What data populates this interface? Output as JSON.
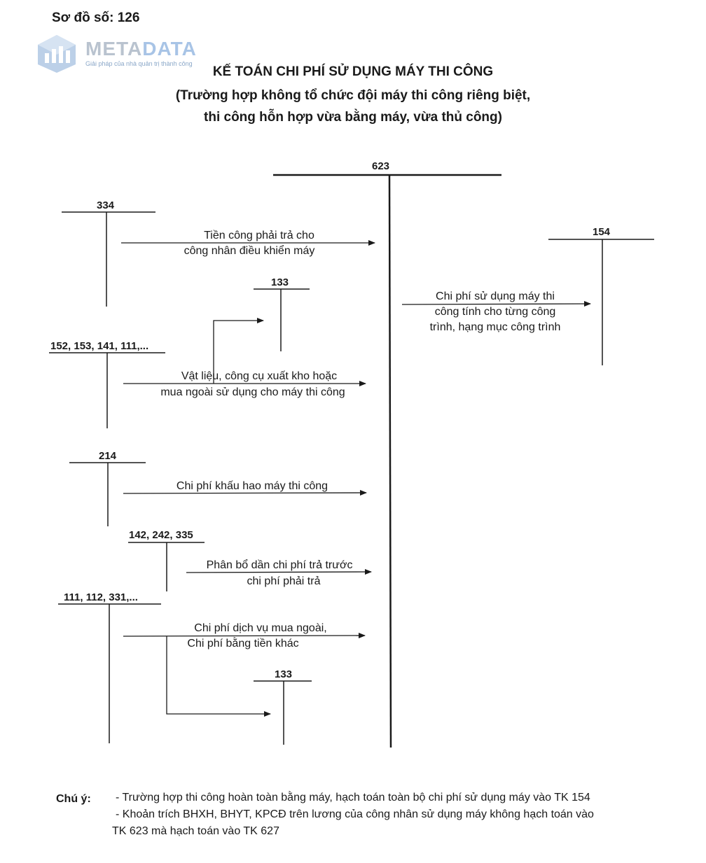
{
  "header": {
    "diagram_no": "Sơ đồ số: 126"
  },
  "logo": {
    "brand_a": "META",
    "brand_b": "DATA",
    "tagline": "Giải pháp của nhà quản trị thành công"
  },
  "title": {
    "line1": "KẾ TOÁN CHI PHÍ SỬ DỤNG MÁY THI CÔNG",
    "line2": "(Trường hợp không tổ chức đội máy thi công riêng biệt,",
    "line3": "thi công hỗn hợp vừa  bằng máy, vừa thủ công)"
  },
  "accounts": {
    "a623": "623",
    "a334": "334",
    "a154": "154",
    "a133_top": "133",
    "a152": "152, 153, 141, 111,...",
    "a214": "214",
    "a142": "142, 242, 335",
    "a111": "111, 112, 331,...",
    "a133_bottom": "133"
  },
  "flows": {
    "f334_l1": "Tiền công phải trả cho",
    "f334_l2": "công nhân điều khiển máy",
    "f154_l1": "Chi phí sử dụng máy thi",
    "f154_l2": "công tính cho từng công",
    "f154_l3": "trình, hạng mục công trình",
    "f152_l1": "Vật liệu,  công cụ  xuất  kho hoặc",
    "f152_l2": "mua ngoài sử dụng cho máy thi công",
    "f214_l1": "Chi phí khấu hao máy thi công",
    "f142_l1": "Phân bổ dần chi phí trả trước",
    "f142_l2": "chi phí phải trả",
    "f111_l1": "Chi phí dịch vụ mua ngoài,",
    "f111_l2": "Chi phí bằng tiền khác"
  },
  "notes": {
    "label": "Chú ý:",
    "line1": "- Trường hợp thi công hoàn toàn bằng máy, hạch toán toàn bộ chi phí sử dụng máy vào TK 154",
    "line2": "- Khoản trích BHXH, BHYT, KPCĐ trên lương của công nhân sử dụng máy không hạch toán vào",
    "line3": "TK 623 mà hạch toán vào TK 627"
  }
}
